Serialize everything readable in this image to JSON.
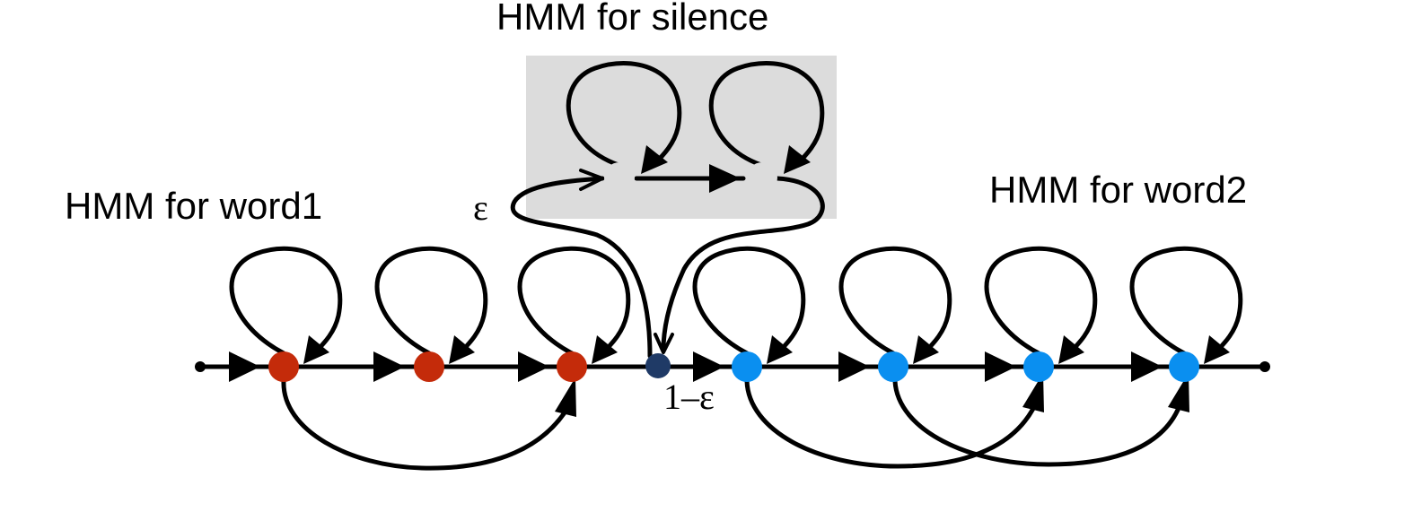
{
  "labels": {
    "silence_title": "HMM for silence",
    "word1_title": "HMM for word1",
    "word2_title": "HMM for word2",
    "epsilon": "ε",
    "one_minus_epsilon": "1–ε"
  },
  "colors": {
    "background": "#ffffff",
    "silence_box": "#dcdcdc",
    "silence_state": "#dcdcdc",
    "word1_state": "#c42b0a",
    "word2_state": "#0a8ff0",
    "junction_state": "#1f3a66",
    "stroke": "#000000"
  },
  "icons": {
    "silence_state": "light-gray-circle",
    "word1_state": "red-filled-circle",
    "word2_state": "blue-filled-circle",
    "junction_state": "dark-blue-circle",
    "endpoint": "small-black-dot"
  }
}
